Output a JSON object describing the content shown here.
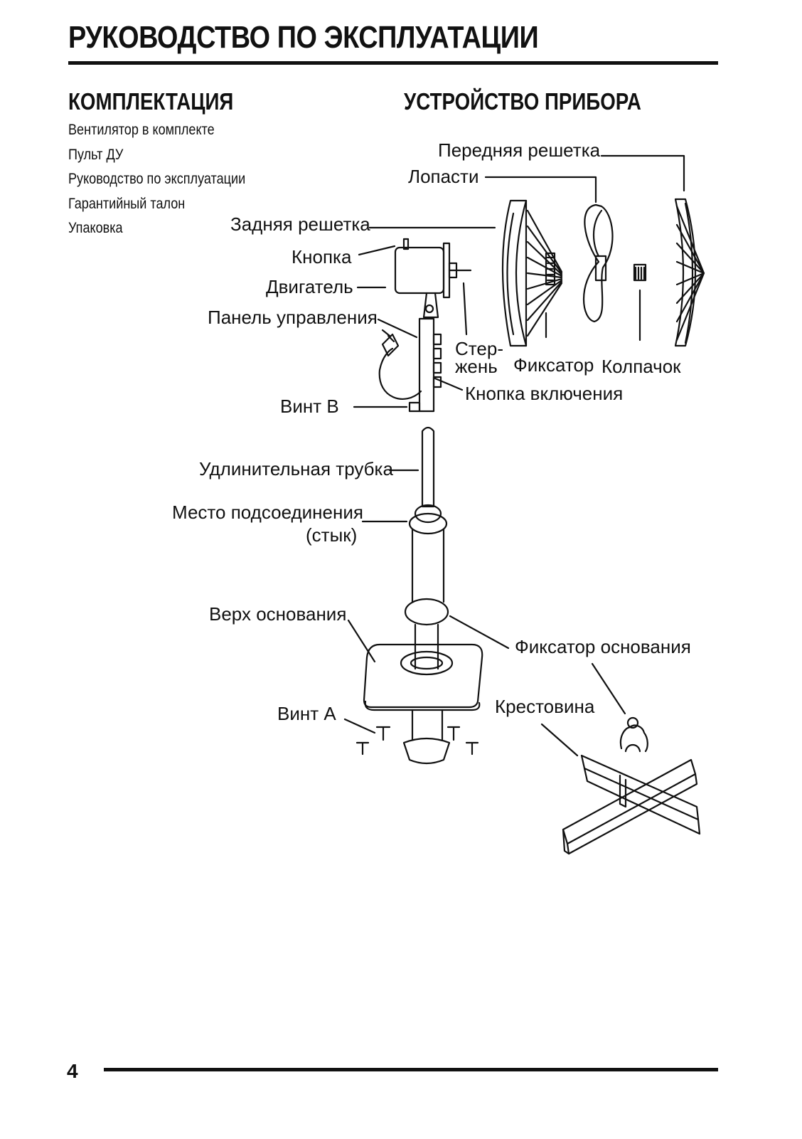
{
  "header": {
    "title": "РУКОВОДСТВО ПО ЭКСПЛУАТАЦИИ"
  },
  "kit": {
    "heading": "КОМПЛЕКТАЦИЯ",
    "items": [
      "Вентилятор в комплекте",
      "Пульт ДУ",
      "Руководство по эксплуатации",
      "Гарантийный талон",
      "Упаковка"
    ]
  },
  "device": {
    "heading": "УСТРОЙСТВО ПРИБОРА",
    "labels": {
      "front_grille": "Передняя решетка",
      "blades": "Лопасти",
      "rear_grille": "Задняя решетка",
      "button": "Кнопка",
      "motor": "Двигатель",
      "control_panel": "Панель управления",
      "rod_line1": "Стер-",
      "rod_line2": "жень",
      "lock": "Фиксатор",
      "cap": "Колпачок",
      "power_button": "Кнопка включения",
      "screw_b": "Винт B",
      "extension_tube": "Удлинительная трубка",
      "joint_line1": "Место подсоединения",
      "joint_line2": "(стык)",
      "base_top": "Верх основания",
      "base_lock": "Фиксатор основания",
      "screw_a": "Винт A",
      "cross": "Крестовина"
    }
  },
  "footer": {
    "page_number": "4"
  }
}
